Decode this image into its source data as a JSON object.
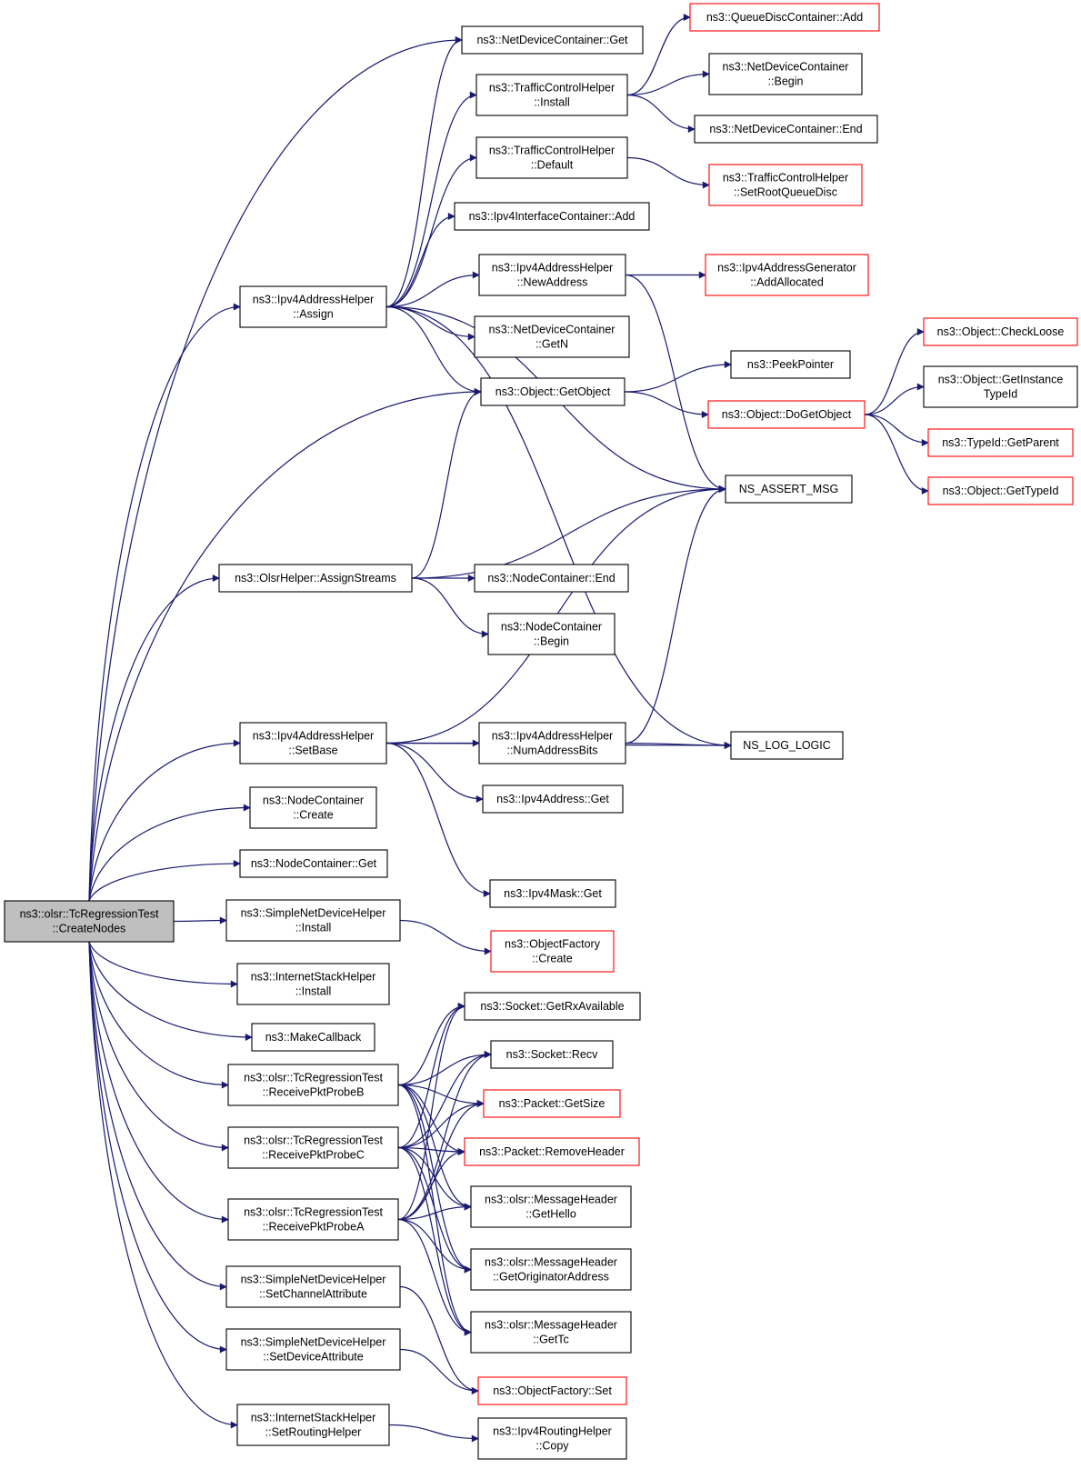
{
  "nodes": [
    {
      "id": "root",
      "lines": [
        "ns3::olsr::TcRegressionTest",
        "::CreateNodes"
      ],
      "style": "focus"
    },
    {
      "id": "ndc_get",
      "lines": [
        "ns3::NetDeviceContainer::Get"
      ],
      "style": "black"
    },
    {
      "id": "qdc_add",
      "lines": [
        "ns3::QueueDiscContainer::Add"
      ],
      "style": "red"
    },
    {
      "id": "tch_install",
      "lines": [
        "ns3::TrafficControlHelper",
        "::Install"
      ],
      "style": "black"
    },
    {
      "id": "ndc_begin",
      "lines": [
        "ns3::NetDeviceContainer",
        "::Begin"
      ],
      "style": "black"
    },
    {
      "id": "ndc_end",
      "lines": [
        "ns3::NetDeviceContainer::End"
      ],
      "style": "black"
    },
    {
      "id": "tch_default",
      "lines": [
        "ns3::TrafficControlHelper",
        "::Default"
      ],
      "style": "black"
    },
    {
      "id": "tch_setroot",
      "lines": [
        "ns3::TrafficControlHelper",
        "::SetRootQueueDisc"
      ],
      "style": "red"
    },
    {
      "id": "iic_add",
      "lines": [
        "ns3::Ipv4InterfaceContainer::Add"
      ],
      "style": "black"
    },
    {
      "id": "iah_newaddr",
      "lines": [
        "ns3::Ipv4AddressHelper",
        "::NewAddress"
      ],
      "style": "black"
    },
    {
      "id": "iag_alloc",
      "lines": [
        "ns3::Ipv4AddressGenerator",
        "::AddAllocated"
      ],
      "style": "red"
    },
    {
      "id": "iah_assign",
      "lines": [
        "ns3::Ipv4AddressHelper",
        "::Assign"
      ],
      "style": "black"
    },
    {
      "id": "ndc_getn",
      "lines": [
        "ns3::NetDeviceContainer",
        "::GetN"
      ],
      "style": "black"
    },
    {
      "id": "obj_checkloose",
      "lines": [
        "ns3::Object::CheckLoose"
      ],
      "style": "red"
    },
    {
      "id": "peekpointer",
      "lines": [
        "ns3::PeekPointer"
      ],
      "style": "black"
    },
    {
      "id": "obj_getobject",
      "lines": [
        "ns3::Object::GetObject"
      ],
      "style": "black"
    },
    {
      "id": "obj_getinst",
      "lines": [
        "ns3::Object::GetInstance",
        "TypeId"
      ],
      "style": "black"
    },
    {
      "id": "obj_dogetobject",
      "lines": [
        "ns3::Object::DoGetObject"
      ],
      "style": "red"
    },
    {
      "id": "typeid_getparent",
      "lines": [
        "ns3::TypeId::GetParent"
      ],
      "style": "red"
    },
    {
      "id": "ns_assert",
      "lines": [
        "NS_ASSERT_MSG"
      ],
      "style": "black"
    },
    {
      "id": "obj_gettypeid",
      "lines": [
        "ns3::Object::GetTypeId"
      ],
      "style": "red"
    },
    {
      "id": "olsr_assign",
      "lines": [
        "ns3::OlsrHelper::AssignStreams"
      ],
      "style": "black"
    },
    {
      "id": "nc_end",
      "lines": [
        "ns3::NodeContainer::End"
      ],
      "style": "black"
    },
    {
      "id": "nc_begin",
      "lines": [
        "ns3::NodeContainer",
        "::Begin"
      ],
      "style": "black"
    },
    {
      "id": "iah_setbase",
      "lines": [
        "ns3::Ipv4AddressHelper",
        "::SetBase"
      ],
      "style": "black"
    },
    {
      "id": "iah_numbits",
      "lines": [
        "ns3::Ipv4AddressHelper",
        "::NumAddressBits"
      ],
      "style": "black"
    },
    {
      "id": "ns_log",
      "lines": [
        "NS_LOG_LOGIC"
      ],
      "style": "black"
    },
    {
      "id": "ipv4addr_get",
      "lines": [
        "ns3::Ipv4Address::Get"
      ],
      "style": "black"
    },
    {
      "id": "nc_create",
      "lines": [
        "ns3::NodeContainer",
        "::Create"
      ],
      "style": "black"
    },
    {
      "id": "nc_get",
      "lines": [
        "ns3::NodeContainer::Get"
      ],
      "style": "black"
    },
    {
      "id": "ipv4mask_get",
      "lines": [
        "ns3::Ipv4Mask::Get"
      ],
      "style": "black"
    },
    {
      "id": "sndh_install",
      "lines": [
        "ns3::SimpleNetDeviceHelper",
        "::Install"
      ],
      "style": "black"
    },
    {
      "id": "of_create",
      "lines": [
        "ns3::ObjectFactory",
        "::Create"
      ],
      "style": "red"
    },
    {
      "id": "ish_install",
      "lines": [
        "ns3::InternetStackHelper",
        "::Install"
      ],
      "style": "black"
    },
    {
      "id": "socket_getrx",
      "lines": [
        "ns3::Socket::GetRxAvailable"
      ],
      "style": "black"
    },
    {
      "id": "makecallback",
      "lines": [
        "ns3::MakeCallback"
      ],
      "style": "black"
    },
    {
      "id": "socket_recv",
      "lines": [
        "ns3::Socket::Recv"
      ],
      "style": "black"
    },
    {
      "id": "recv_b",
      "lines": [
        "ns3::olsr::TcRegressionTest",
        "::ReceivePktProbeB"
      ],
      "style": "black"
    },
    {
      "id": "packet_getsize",
      "lines": [
        "ns3::Packet::GetSize"
      ],
      "style": "red"
    },
    {
      "id": "recv_c",
      "lines": [
        "ns3::olsr::TcRegressionTest",
        "::ReceivePktProbeC"
      ],
      "style": "black"
    },
    {
      "id": "packet_rmheader",
      "lines": [
        "ns3::Packet::RemoveHeader"
      ],
      "style": "red"
    },
    {
      "id": "mh_gethello",
      "lines": [
        "ns3::olsr::MessageHeader",
        "::GetHello"
      ],
      "style": "black"
    },
    {
      "id": "recv_a",
      "lines": [
        "ns3::olsr::TcRegressionTest",
        "::ReceivePktProbeA"
      ],
      "style": "black"
    },
    {
      "id": "mh_getorig",
      "lines": [
        "ns3::olsr::MessageHeader",
        "::GetOriginatorAddress"
      ],
      "style": "black"
    },
    {
      "id": "sndh_setchan",
      "lines": [
        "ns3::SimpleNetDeviceHelper",
        "::SetChannelAttribute"
      ],
      "style": "black"
    },
    {
      "id": "mh_gettc",
      "lines": [
        "ns3::olsr::MessageHeader",
        "::GetTc"
      ],
      "style": "black"
    },
    {
      "id": "sndh_setdev",
      "lines": [
        "ns3::SimpleNetDeviceHelper",
        "::SetDeviceAttribute"
      ],
      "style": "black"
    },
    {
      "id": "of_set",
      "lines": [
        "ns3::ObjectFactory::Set"
      ],
      "style": "red"
    },
    {
      "id": "ish_setrouting",
      "lines": [
        "ns3::InternetStackHelper",
        "::SetRoutingHelper"
      ],
      "style": "black"
    },
    {
      "id": "irh_copy",
      "lines": [
        "ns3::Ipv4RoutingHelper",
        "::Copy"
      ],
      "style": "black"
    }
  ],
  "edges": [
    [
      "root",
      "ndc_get"
    ],
    [
      "root",
      "iah_assign"
    ],
    [
      "root",
      "obj_getobject"
    ],
    [
      "root",
      "olsr_assign"
    ],
    [
      "root",
      "iah_setbase"
    ],
    [
      "root",
      "nc_create"
    ],
    [
      "root",
      "nc_get"
    ],
    [
      "root",
      "sndh_install"
    ],
    [
      "root",
      "ish_install"
    ],
    [
      "root",
      "makecallback"
    ],
    [
      "root",
      "recv_b"
    ],
    [
      "root",
      "recv_c"
    ],
    [
      "root",
      "recv_a"
    ],
    [
      "root",
      "sndh_setchan"
    ],
    [
      "root",
      "sndh_setdev"
    ],
    [
      "root",
      "ish_setrouting"
    ],
    [
      "tch_install",
      "qdc_add"
    ],
    [
      "tch_install",
      "ndc_begin"
    ],
    [
      "tch_install",
      "ndc_end"
    ],
    [
      "tch_default",
      "tch_setroot"
    ],
    [
      "iah_assign",
      "ndc_get"
    ],
    [
      "iah_assign",
      "tch_install"
    ],
    [
      "iah_assign",
      "tch_default"
    ],
    [
      "iah_assign",
      "iic_add"
    ],
    [
      "iah_assign",
      "iah_newaddr"
    ],
    [
      "iah_assign",
      "ndc_getn"
    ],
    [
      "iah_assign",
      "obj_getobject"
    ],
    [
      "iah_assign",
      "ns_assert"
    ],
    [
      "iah_assign",
      "ns_log"
    ],
    [
      "iah_newaddr",
      "iag_alloc"
    ],
    [
      "iah_newaddr",
      "ns_assert"
    ],
    [
      "obj_getobject",
      "peekpointer"
    ],
    [
      "obj_getobject",
      "obj_dogetobject"
    ],
    [
      "obj_dogetobject",
      "obj_checkloose"
    ],
    [
      "obj_dogetobject",
      "obj_getinst"
    ],
    [
      "obj_dogetobject",
      "typeid_getparent"
    ],
    [
      "obj_dogetobject",
      "obj_gettypeid"
    ],
    [
      "olsr_assign",
      "obj_getobject"
    ],
    [
      "olsr_assign",
      "ns_assert"
    ],
    [
      "olsr_assign",
      "nc_end"
    ],
    [
      "olsr_assign",
      "nc_begin"
    ],
    [
      "iah_setbase",
      "ns_assert"
    ],
    [
      "iah_setbase",
      "iah_numbits"
    ],
    [
      "iah_setbase",
      "ipv4addr_get"
    ],
    [
      "iah_setbase",
      "ns_log"
    ],
    [
      "iah_setbase",
      "ipv4mask_get"
    ],
    [
      "iah_numbits",
      "ns_assert"
    ],
    [
      "iah_numbits",
      "ns_log"
    ],
    [
      "sndh_install",
      "of_create"
    ],
    [
      "recv_b",
      "socket_getrx"
    ],
    [
      "recv_b",
      "socket_recv"
    ],
    [
      "recv_b",
      "packet_getsize"
    ],
    [
      "recv_b",
      "packet_rmheader"
    ],
    [
      "recv_b",
      "mh_gethello"
    ],
    [
      "recv_b",
      "mh_getorig"
    ],
    [
      "recv_b",
      "mh_gettc"
    ],
    [
      "recv_c",
      "socket_getrx"
    ],
    [
      "recv_c",
      "socket_recv"
    ],
    [
      "recv_c",
      "packet_getsize"
    ],
    [
      "recv_c",
      "packet_rmheader"
    ],
    [
      "recv_c",
      "mh_gethello"
    ],
    [
      "recv_c",
      "mh_getorig"
    ],
    [
      "recv_c",
      "mh_gettc"
    ],
    [
      "recv_a",
      "socket_getrx"
    ],
    [
      "recv_a",
      "socket_recv"
    ],
    [
      "recv_a",
      "packet_getsize"
    ],
    [
      "recv_a",
      "packet_rmheader"
    ],
    [
      "recv_a",
      "mh_gethello"
    ],
    [
      "recv_a",
      "mh_getorig"
    ],
    [
      "recv_a",
      "mh_gettc"
    ],
    [
      "sndh_setchan",
      "of_set"
    ],
    [
      "sndh_setdev",
      "of_set"
    ],
    [
      "ish_setrouting",
      "irh_copy"
    ]
  ]
}
